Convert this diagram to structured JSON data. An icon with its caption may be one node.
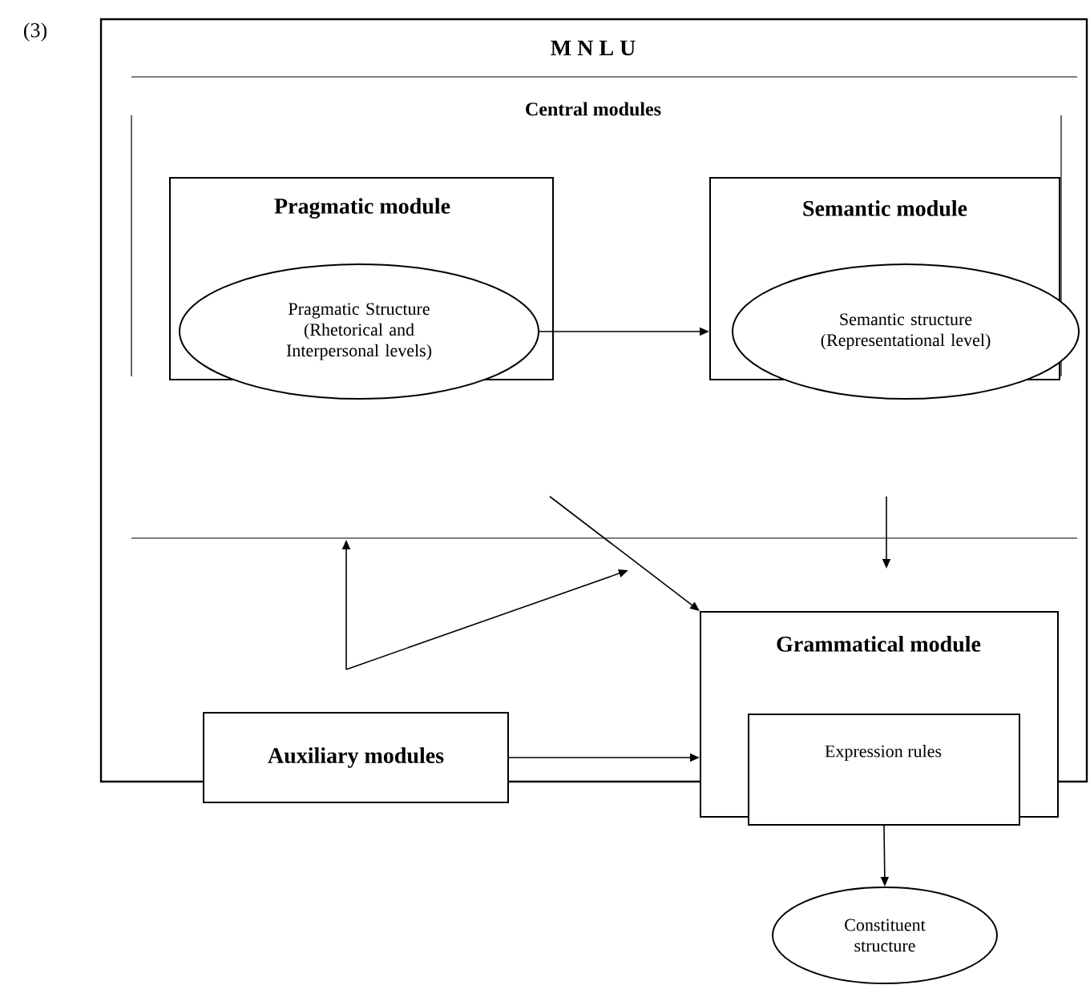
{
  "diagram": {
    "nodes": [
      {
        "text": [
          "M N L U"
        ]
      },
      {
        "text": [
          "Central modules"
        ],
        "in": 0
      },
      {
        "text": [
          "Pragmatic module"
        ],
        "in": 1
      },
      {
        "text": [
          "Pragmatic Structure (Rhetorical and Interpersonal levels)"
        ],
        "in": 0
      },
      {
        "text": [
          "Semantic module"
        ],
        "in": 1
      },
      {
        "text": [
          "Semantic structure (Representational level)"
        ],
        "in": 0
      },
      {
        "text": [
          "Grammatical module"
        ]
      },
      {
        "text": [
          "Expression rules"
        ]
      },
      {
        "text": [
          "Auxiliary modules"
        ]
      },
      {
        "text": [
          "Constituent structure"
        ]
      }
    ],
    "edges": [
      {
        "from": 3,
        "to": 4,
        "arrow": "to"
      },
      {
        "from": null,
        "to": 6,
        "arrow": "to"
      },
      {
        "from": 8,
        "to": 6,
        "arrow": "to"
      },
      {
        "from": 7,
        "to": 9,
        "arrow": "to"
      }
    ],
    "labels": [
      "(3)"
    ]
  }
}
